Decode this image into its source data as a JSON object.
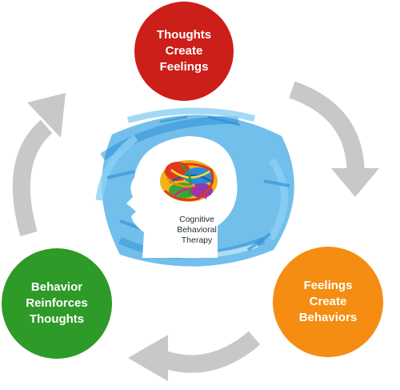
{
  "diagram": {
    "nodes": [
      {
        "id": "thoughts",
        "lines": [
          "Thoughts",
          "Create",
          "Feelings"
        ],
        "color": "#cc1f1a"
      },
      {
        "id": "feelings",
        "lines": [
          "Feelings",
          "Create",
          "Behaviors"
        ],
        "color": "#f48d12"
      },
      {
        "id": "behavior",
        "lines": [
          "Behavior",
          "Reinforces",
          "Thoughts"
        ],
        "color": "#2e9a27"
      }
    ],
    "center": {
      "lines": [
        "Cognitive",
        "Behavioral",
        "Therapy"
      ],
      "icon": "head-silhouette-with-brain-icon"
    },
    "cycle_arrows": [
      {
        "from": "thoughts",
        "to": "feelings",
        "icon": "curved-arrow-icon"
      },
      {
        "from": "feelings",
        "to": "behavior",
        "icon": "curved-arrow-icon"
      },
      {
        "from": "behavior",
        "to": "thoughts",
        "icon": "curved-arrow-icon"
      }
    ],
    "colors": {
      "arrow": "#c8c8c8",
      "brush": "#5ab4e8",
      "brush_dark": "#2b8fd6",
      "head": "#ffffff"
    }
  }
}
